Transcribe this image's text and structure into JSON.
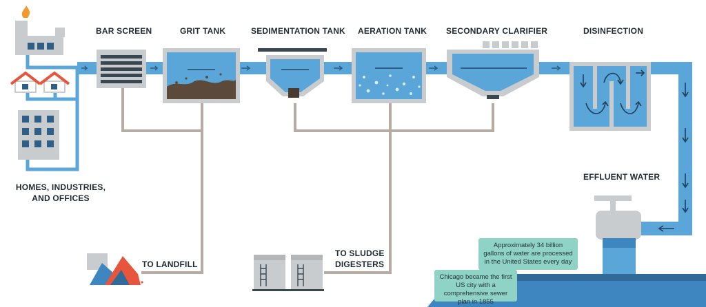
{
  "labels": {
    "bar_screen": "BAR SCREEN",
    "grit_tank": "GRIT TANK",
    "sedimentation_tank": "SEDIMENTATION TANK",
    "aeration_tank": "AERATION TANK",
    "secondary_clarifier": "SECONDARY CLARIFIER",
    "disinfection": "DISINFECTION",
    "sources_line1": "HOMES, INDUSTRIES,",
    "sources_line2": "AND OFFICES",
    "effluent_water": "EFFLUENT WATER",
    "to_landfill": "TO LANDFILL",
    "to_sludge_line1": "TO SLUDGE",
    "to_sludge_line2": "DIGESTERS"
  },
  "notes": {
    "gallons": "Approximately 34 billion gallons of water are processed in the United States every day",
    "chicago": "Chicago became the first US city with a comprehensive sewer plan in 1855"
  },
  "colors": {
    "water": "#5aa6d8",
    "pipe_dark": "#3d86bf",
    "tank_gray": "#c9ccce",
    "sludge_line": "#b7aca4",
    "note_bg": "#8fd3c6",
    "roof_red": "#e8553d",
    "flame": "#f29a2e"
  }
}
